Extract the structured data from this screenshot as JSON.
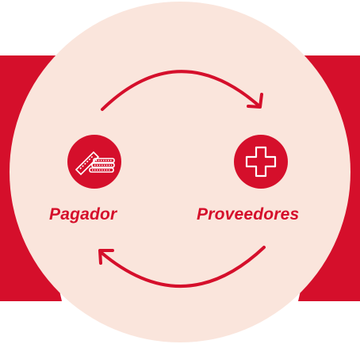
{
  "colors": {
    "brand_red": "#d50f2b",
    "circle_fill": "#fae5dc",
    "background": "#ffffff",
    "icon_foreground": "#ffffff"
  },
  "nodes": [
    {
      "label": "Pagador",
      "icon": "cash-money-icon"
    },
    {
      "label": "Proveedores",
      "icon": "medical-cross-icon"
    }
  ],
  "arrows": [
    {
      "from": "Pagador",
      "to": "Proveedores",
      "direction": "clockwise-top"
    },
    {
      "from": "Proveedores",
      "to": "Pagador",
      "direction": "clockwise-bottom"
    }
  ]
}
